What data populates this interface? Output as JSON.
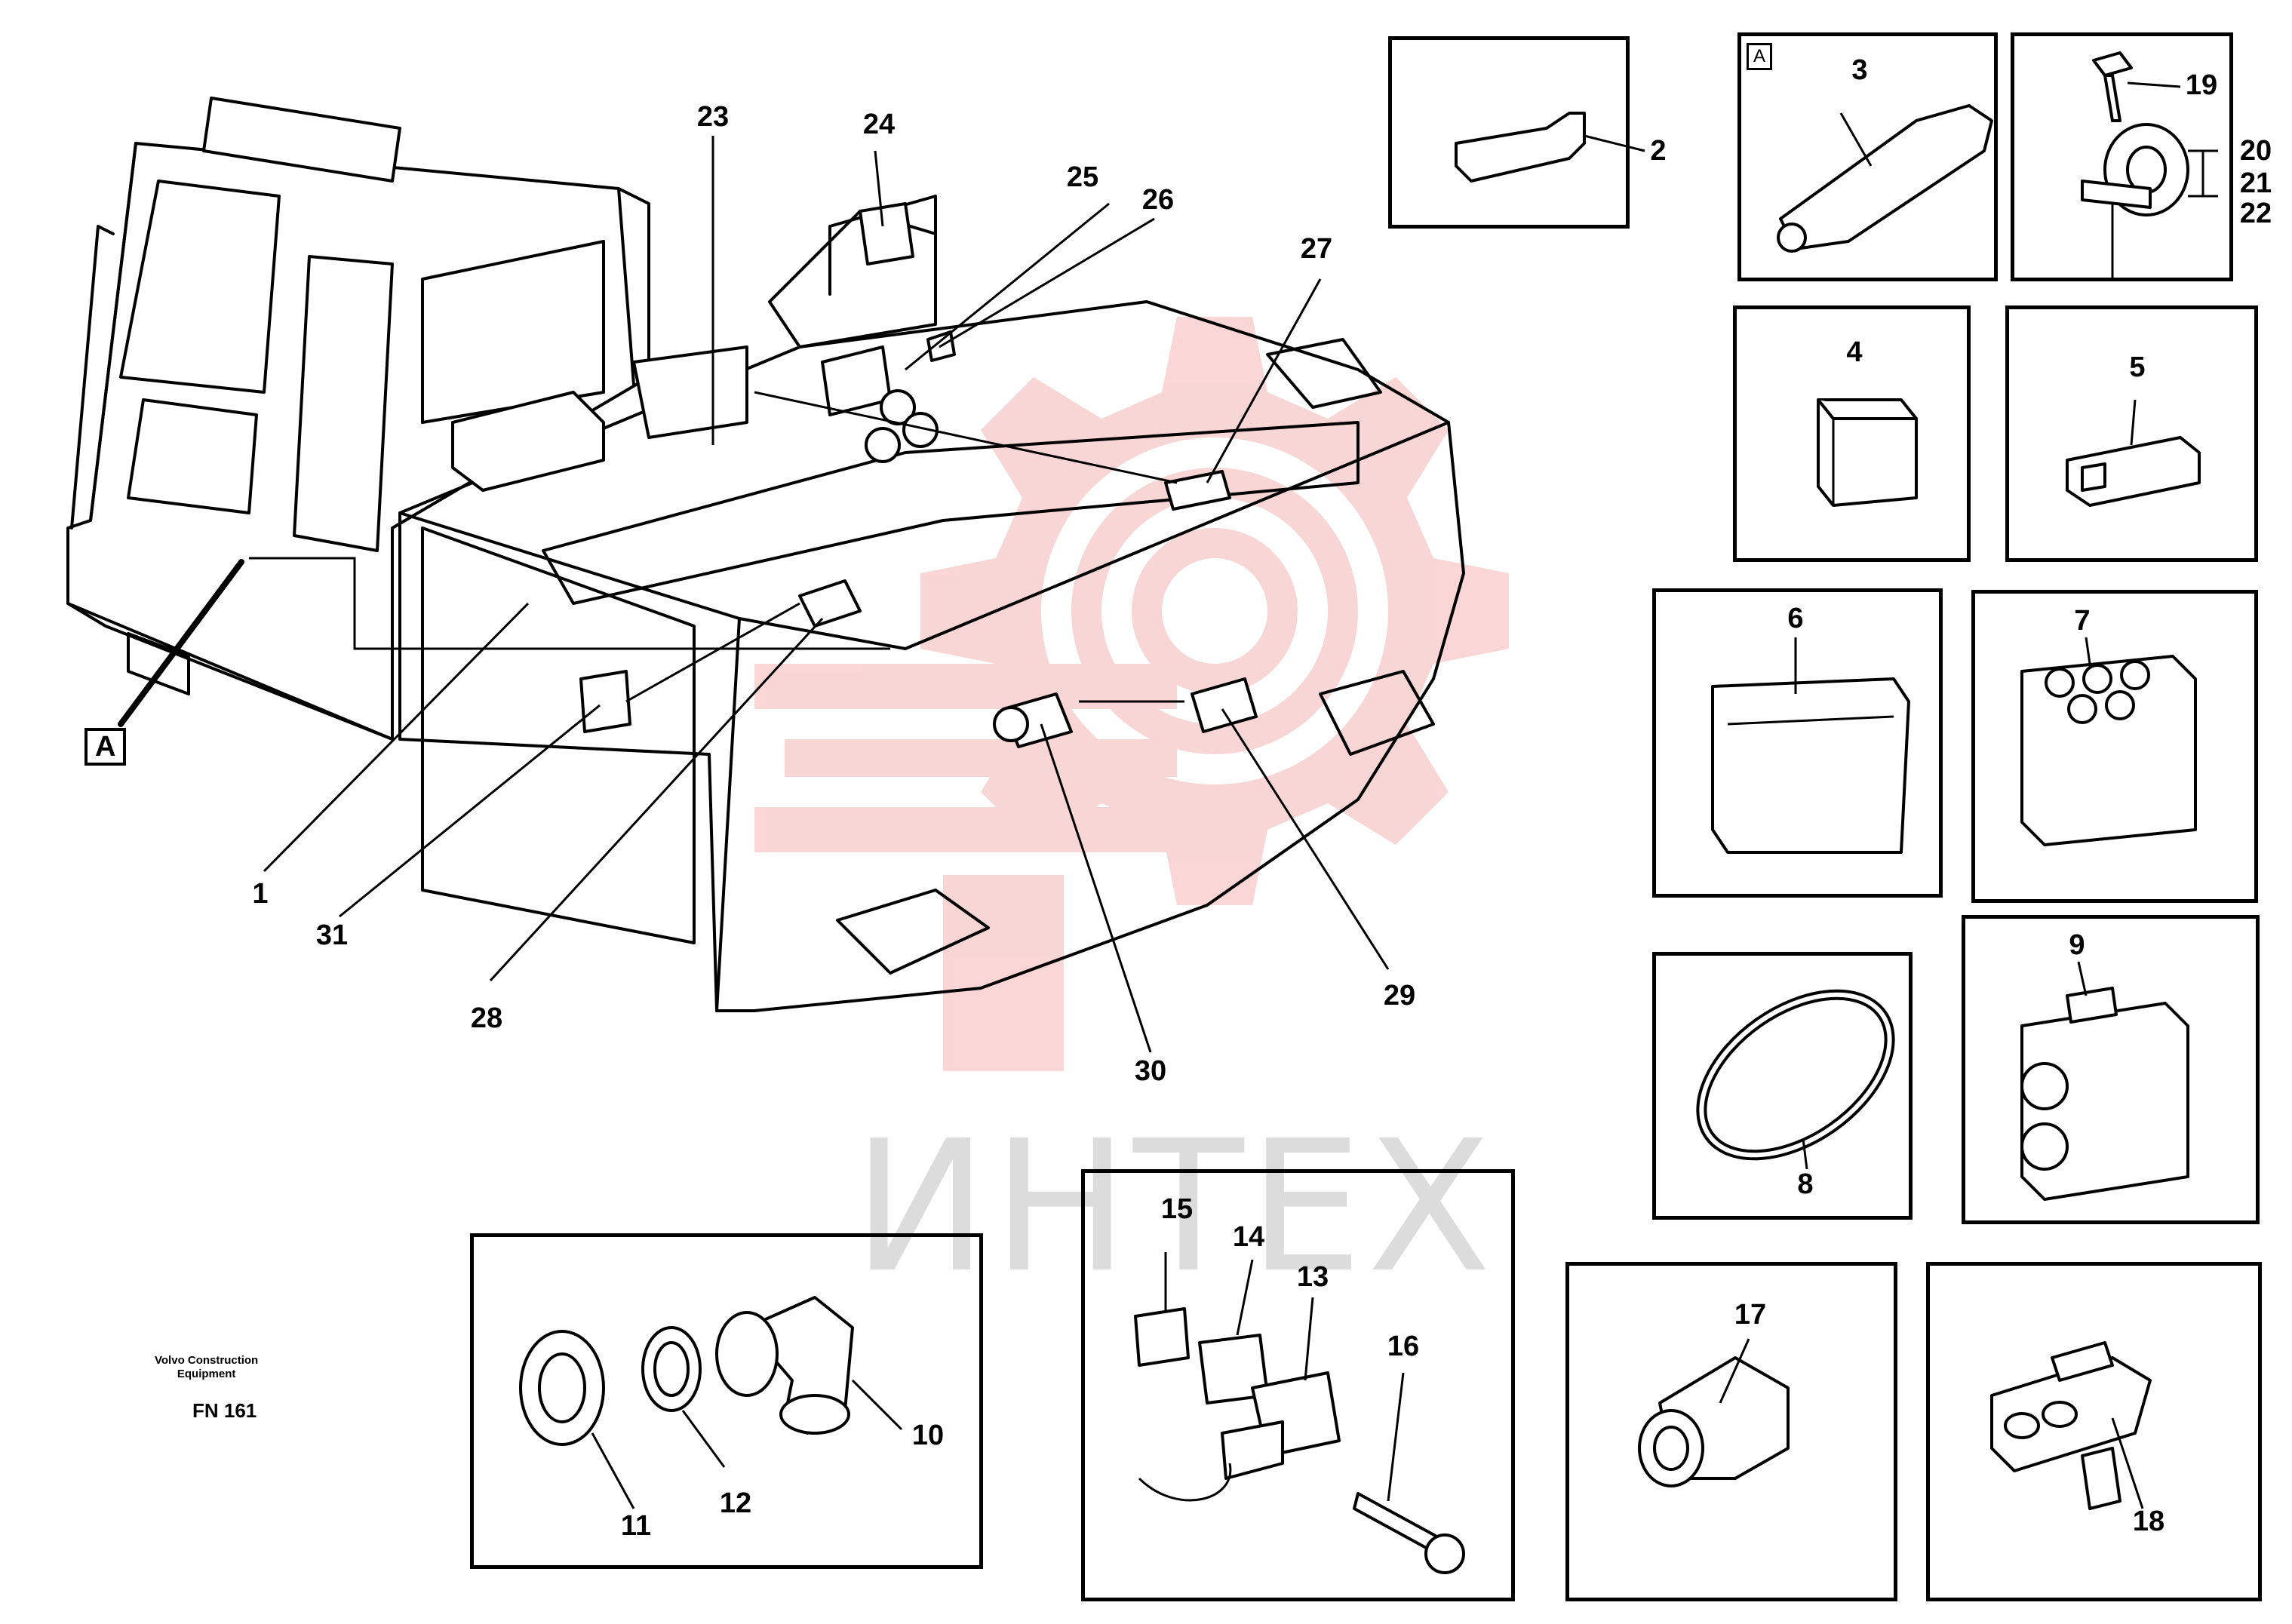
{
  "watermark": {
    "text": "ИНТЕХ",
    "logo_color": "#f5b5b5",
    "text_color": "#dcdcdc"
  },
  "maker": {
    "line1": "Volvo Construction",
    "line2": "Equipment"
  },
  "figure_code": "FN 161",
  "view_tag": "A",
  "inset_tag": "A",
  "callouts": {
    "n1": "1",
    "n2": "2",
    "n3": "3",
    "n4": "4",
    "n5": "5",
    "n6": "6",
    "n7": "7",
    "n8": "8",
    "n9": "9",
    "n10": "10",
    "n11": "11",
    "n12": "12",
    "n13": "13",
    "n14": "14",
    "n15": "15",
    "n16": "16",
    "n17": "17",
    "n18": "18",
    "n19": "19",
    "n20": "20",
    "n21": "21",
    "n22": "22",
    "n23": "23",
    "n24": "24",
    "n25": "25",
    "n26": "26",
    "n27": "27",
    "n28": "28",
    "n29": "29",
    "n30": "30",
    "n31": "31"
  }
}
